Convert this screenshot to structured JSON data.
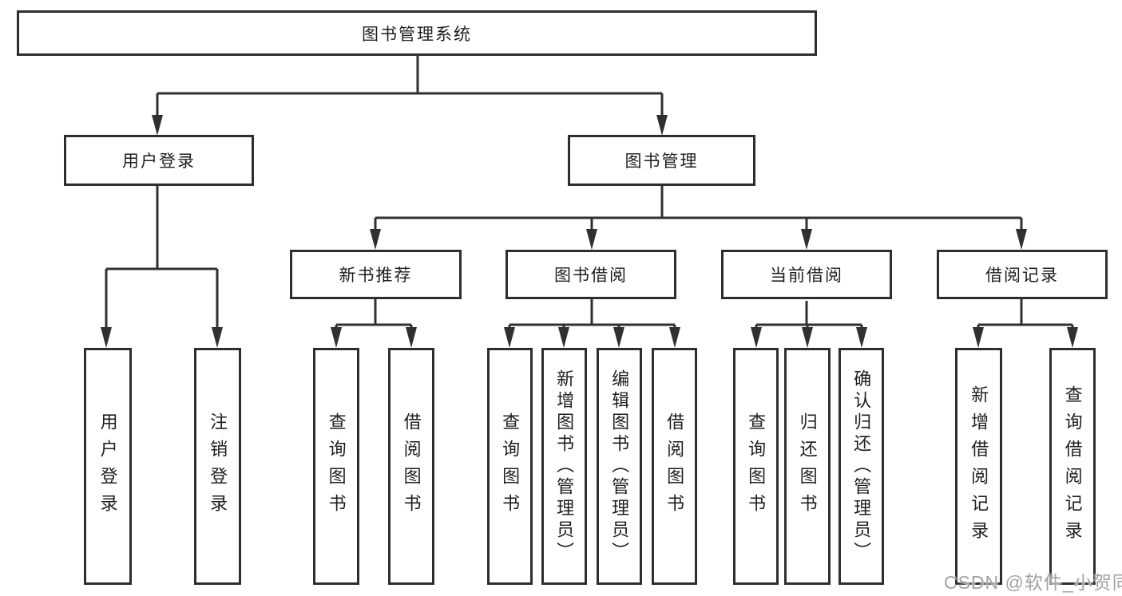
{
  "diagram": {
    "type": "tree",
    "root": {
      "label": "图书管理系统",
      "children": [
        {
          "label": "用户登录",
          "children": [
            {
              "label": "用户登录"
            },
            {
              "label": "注销登录"
            }
          ]
        },
        {
          "label": "图书管理",
          "children": [
            {
              "label": "新书推荐",
              "children": [
                {
                  "label": "查询图书"
                },
                {
                  "label": "借阅图书"
                }
              ]
            },
            {
              "label": "图书借阅",
              "children": [
                {
                  "label": "查询图书"
                },
                {
                  "label": "新增图书（管理员）"
                },
                {
                  "label": "编辑图书（管理员）"
                },
                {
                  "label": "借阅图书"
                }
              ]
            },
            {
              "label": "当前借阅",
              "children": [
                {
                  "label": "查询图书"
                },
                {
                  "label": "归还图书"
                },
                {
                  "label": "确认归还（管理员）"
                }
              ]
            },
            {
              "label": "借阅记录",
              "children": [
                {
                  "label": "新增借阅记录"
                },
                {
                  "label": "查询借阅记录"
                }
              ]
            }
          ]
        }
      ]
    }
  },
  "watermark": {
    "text": "CSDN @软件_小贺同学"
  },
  "colors": {
    "line": "#303030",
    "box_border": "#2e2e2e",
    "text": "#1e1e1e",
    "watermark": "#a2a2a2",
    "background": "#ffffff"
  }
}
